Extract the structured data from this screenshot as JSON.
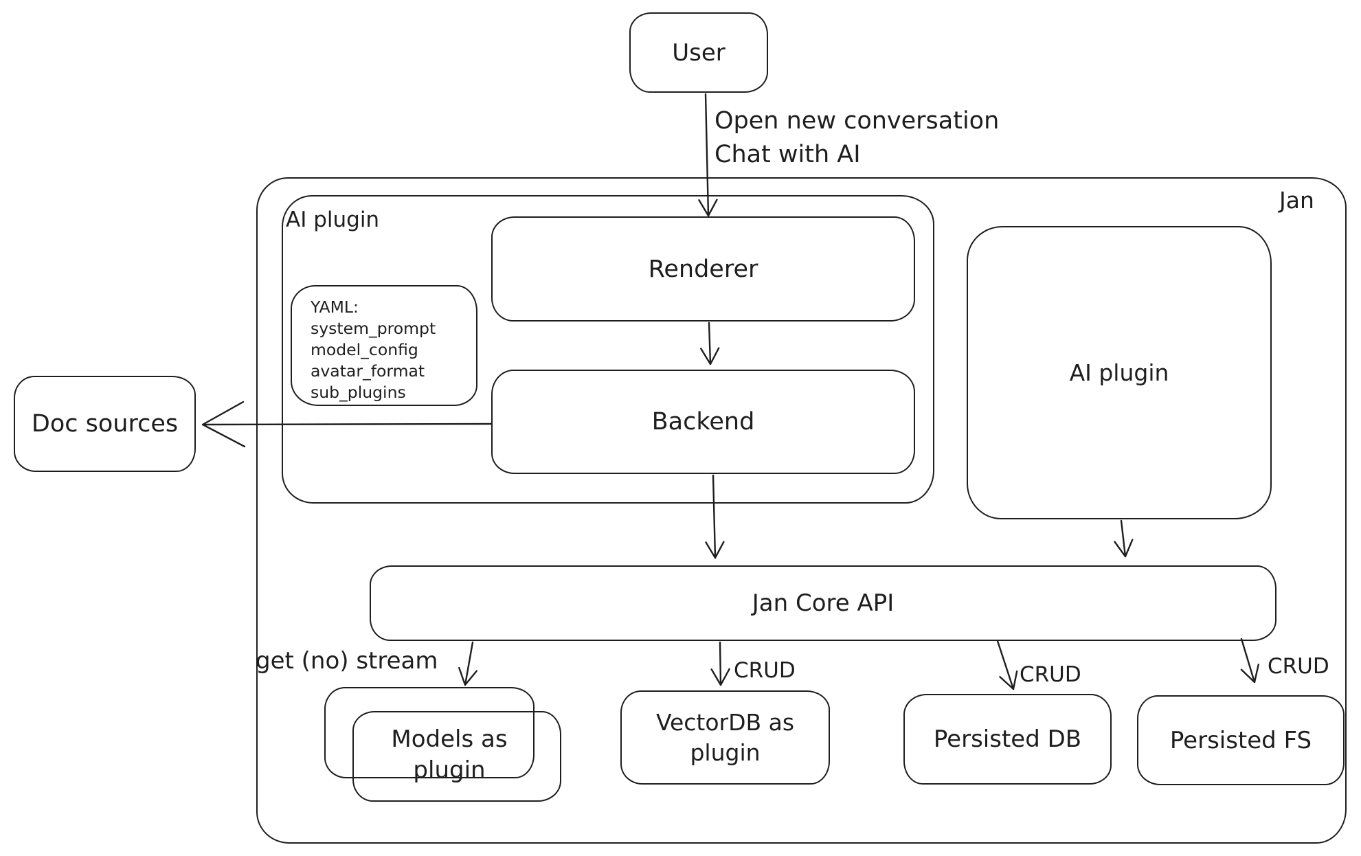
{
  "title": "Jan architecture diagram",
  "colors": {
    "stroke": "#1e1e1e",
    "background": "#ffffff"
  },
  "nodes": {
    "user": {
      "label": "User"
    },
    "jan_container": {
      "label": "Jan"
    },
    "ai_plugin_container": {
      "label": "AI plugin"
    },
    "renderer": {
      "label": "Renderer"
    },
    "backend": {
      "label": "Backend"
    },
    "yaml_note": {
      "line0": "YAML:",
      "line1": "system_prompt",
      "line2": "model_config",
      "line3": "avatar_format",
      "line4": "sub_plugins"
    },
    "doc_sources": {
      "label": "Doc sources"
    },
    "ai_plugin_right": {
      "label": "AI plugin"
    },
    "jan_core_api": {
      "label": "Jan Core API"
    },
    "models_as_plugin": {
      "label": "Models as plugin"
    },
    "vectordb_as_plugin": {
      "label": "VectorDB as plugin"
    },
    "persisted_db": {
      "label": "Persisted DB"
    },
    "persisted_fs": {
      "label": "Persisted FS"
    }
  },
  "edges": {
    "user_to_renderer": {
      "line1": "Open new conversation",
      "line2": "Chat with AI"
    },
    "core_to_models": {
      "label": "get (no) stream"
    },
    "core_to_vectordb": {
      "label": "CRUD"
    },
    "core_to_persisted_db": {
      "label": "CRUD"
    },
    "core_to_persisted_fs": {
      "label": "CRUD"
    }
  }
}
